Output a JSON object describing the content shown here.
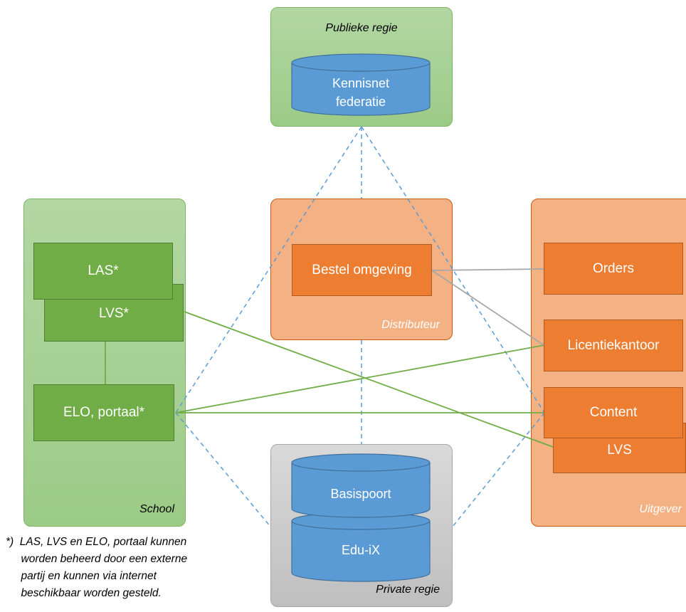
{
  "groups": {
    "publiek": "Publieke regie",
    "school": "School",
    "distributeur": "Distributeur",
    "uitgever": "Uitgever",
    "private": "Private regie"
  },
  "databases": {
    "kennisnet": "Kennisnet\nfederatie",
    "basispoort": "Basispoort",
    "eduix": "Edu-iX"
  },
  "school_boxes": {
    "las": "LAS*",
    "lvs": "LVS*",
    "elo": "ELO, portaal*"
  },
  "distributeur_boxes": {
    "bestel": "Bestel omgeving"
  },
  "uitgever_boxes": {
    "orders": "Orders",
    "licentie": "Licentiekantoor",
    "content": "Content",
    "lvs": "LVS"
  },
  "footnote": "*)  LAS, LVS en ELO, portaal kunnen\n     worden beheerd door een externe\n     partij en kunnen via internet\n     beschikbaar worden gesteld.",
  "colors": {
    "green_line": "#70ad47",
    "dashed_blue": "#5b9bd5",
    "gray_line": "#a6a6a6",
    "db_fill": "#5b9bd5",
    "db_stroke": "#41719c"
  }
}
